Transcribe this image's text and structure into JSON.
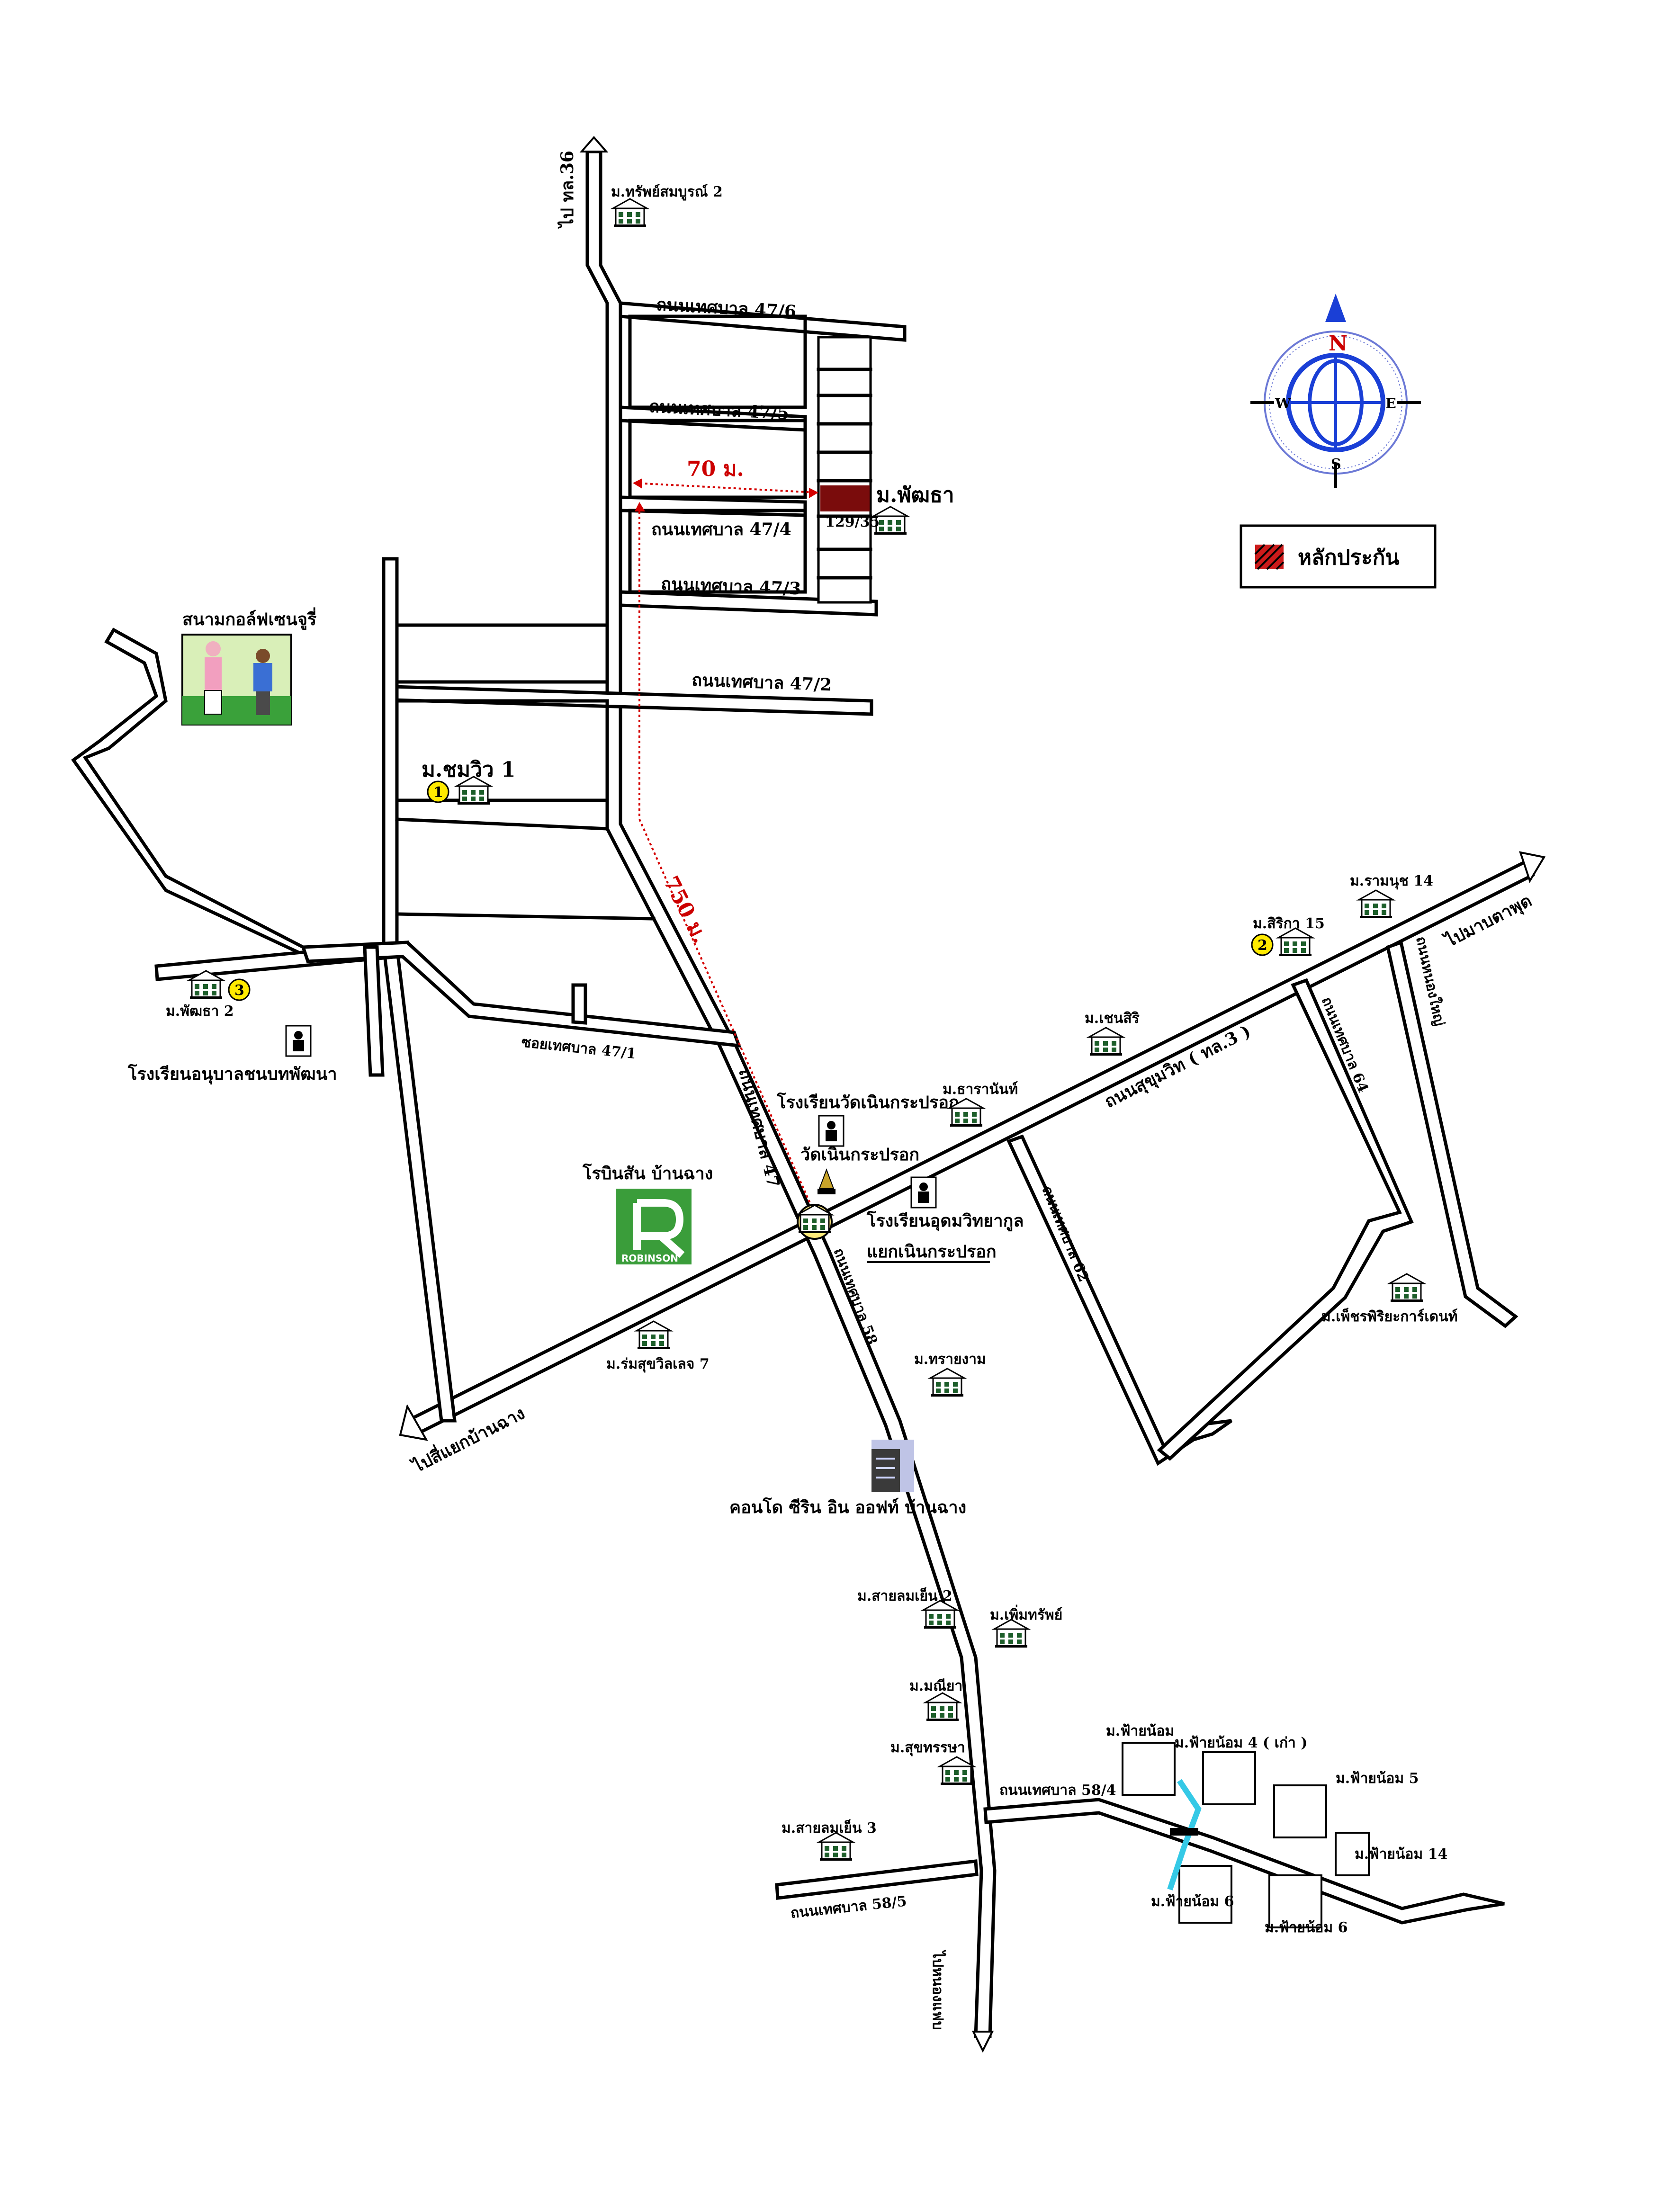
{
  "roads": {
    "to_36": "ไป ทล.36",
    "r47_6": "ถนนเทศบาล 47/6",
    "r47_5": "ถนนเทศบาล 47/5",
    "r47_4": "ถนนเทศบาล 47/4",
    "r47_3": "ถนนเทศบาล 47/3",
    "r47_2": "ถนนเทศบาล 47/2",
    "soi47_1": "ซอยเทศบาล 47/1",
    "r47": "ถนนเทศบาล 47",
    "r58": "ถนนเทศบาล 58",
    "r62": "ถนนเทศบาล 62",
    "r64": "ถนนเทศบาล 64",
    "nongyai": "ถนนหนองใหญ่",
    "sukhumvit": "ถนนสุขุมวิท ( ทล.3 )",
    "to_maptaphut": "ไปมาบตาพุด",
    "to_banchang": "ไปสี่แยกบ้านฉาง",
    "r58_4": "ถนนเทศบาล 58/4",
    "r58_5": "ถนนเทศบาล 58/5",
    "to_nongfab": "ไปหนองแฟบ"
  },
  "places": {
    "sap_somboon": "ม.ทรัพย์สมบูรณ์ 2",
    "phatthra": "ม.พัฒธา",
    "plot_no": "129/35",
    "golf": "สนามกอล์ฟเซนจูรี่",
    "chomview": "ม.ชมวิว 1",
    "phatthra2": "ม.พัฒธา 2",
    "kindergarten": "โรงเรียนอนุบาลชนบทพัฒนา",
    "robinson": "โรบินสัน บ้านฉาง",
    "robinson_sub": "ROBINSON",
    "wat_school": "โรงเรียนวัดเนินกระปรอก",
    "wat": "วัดเนินกระปรอก",
    "udom_school": "โรงเรียนอุดมวิทยากูล",
    "junction": "แยกเนินกระปรอก",
    "tharanan": "ม.ธารานันท์",
    "chensiri": "ม.เชนสิริ",
    "sirika": "ม.สิริกา 15",
    "ramanuch": "ม.รามนุช 14",
    "petchpiriya": "ม.เพ็ชรพิริยะการ์เดนท์",
    "romsuk": "ม.ร่มสุขวิลเลจ 7",
    "saiyngam": "ม.ทรายงาม",
    "condo": "คอนโด ซีริน อิน ออฟท์ บ้านฉาง",
    "saiyom2": "ม.สายลมเย็น 2",
    "permsap": "ม.เพิ่มทรัพย์",
    "manya": "ม.มณียา",
    "sutthanya": "ม.สุขทรรษา",
    "saiyom3": "ม.สายลมเย็น 3",
    "fayhom": "ม.ฟ้ายน้อม",
    "fayhom4": "ม.ฟ้ายน้อม 4 ( เก่า )",
    "fayhom5": "ม.ฟ้ายน้อม 5",
    "fayhom14": "ม.ฟ้ายน้อม 14",
    "fayhom6a": "ม.ฟ้ายน้อม 6",
    "fayhom6b": "ม.ฟ้ายน้อม 6"
  },
  "markers": {
    "m1": "1",
    "m2": "2",
    "m3": "3"
  },
  "distances": {
    "d70": "70 ม.",
    "d750": "750 ม."
  },
  "compass": {
    "n": "N",
    "s": "S",
    "e": "E",
    "w": "W",
    "needle_color": "#1a3fd6",
    "n_color": "#cc0000"
  },
  "legend": {
    "label": "หลักประกัน",
    "swatch_color": "#7a0c0c"
  }
}
